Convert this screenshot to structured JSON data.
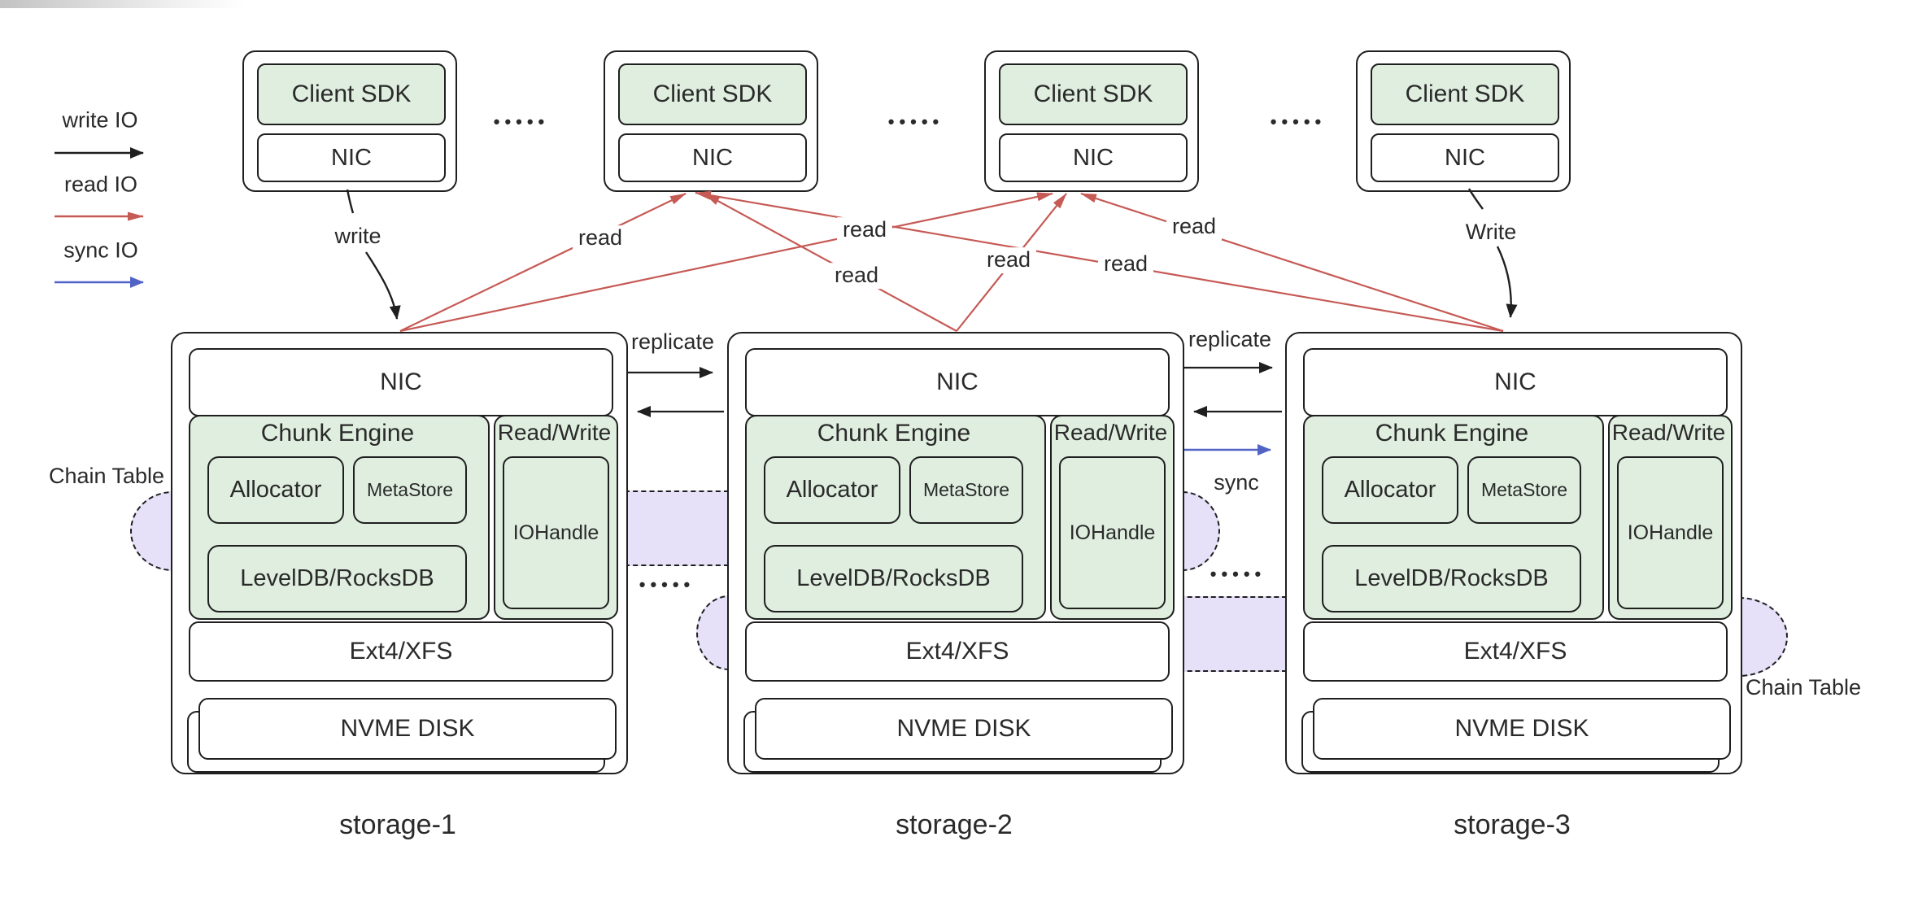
{
  "colors": {
    "ink": "#1f1f1f",
    "box_green": "#dfeedf",
    "chain_lavender": "#e6e0f8",
    "read_red": "#c65a55",
    "sync_blue": "#5164c6"
  },
  "legend": {
    "items": [
      {
        "label": "write IO",
        "color": "#1f1f1f"
      },
      {
        "label": "read IO",
        "color": "#c65a55"
      },
      {
        "label": "sync IO",
        "color": "#5164c6"
      }
    ]
  },
  "clients": [
    {
      "sdk": "Client SDK",
      "nic": "NIC"
    },
    {
      "sdk": "Client SDK",
      "nic": "NIC"
    },
    {
      "sdk": "Client SDK",
      "nic": "NIC"
    },
    {
      "sdk": "Client SDK",
      "nic": "NIC"
    }
  ],
  "storages": [
    {
      "name": "storage-1",
      "nic": "NIC",
      "chunk_engine": {
        "title": "Chunk Engine",
        "allocator": "Allocator",
        "metastore": "MetaStore",
        "db": "LevelDB/RocksDB"
      },
      "read_write": {
        "title": "Read/Write",
        "iohandle": "IOHandle"
      },
      "fs": "Ext4/XFS",
      "disk": "NVME DISK"
    },
    {
      "name": "storage-2",
      "nic": "NIC",
      "chunk_engine": {
        "title": "Chunk Engine",
        "allocator": "Allocator",
        "metastore": "MetaStore",
        "db": "LevelDB/RocksDB"
      },
      "read_write": {
        "title": "Read/Write",
        "iohandle": "IOHandle"
      },
      "fs": "Ext4/XFS",
      "disk": "NVME DISK"
    },
    {
      "name": "storage-3",
      "nic": "NIC",
      "chunk_engine": {
        "title": "Chunk Engine",
        "allocator": "Allocator",
        "metastore": "MetaStore",
        "db": "LevelDB/RocksDB"
      },
      "read_write": {
        "title": "Read/Write",
        "iohandle": "IOHandle"
      },
      "fs": "Ext4/XFS",
      "disk": "NVME DISK"
    }
  ],
  "annotations": {
    "write": "write",
    "write_cap": "Write",
    "read": "read",
    "replicate": "replicate",
    "sync": "sync",
    "chain_table": "Chain Table",
    "dots": "•••••"
  }
}
